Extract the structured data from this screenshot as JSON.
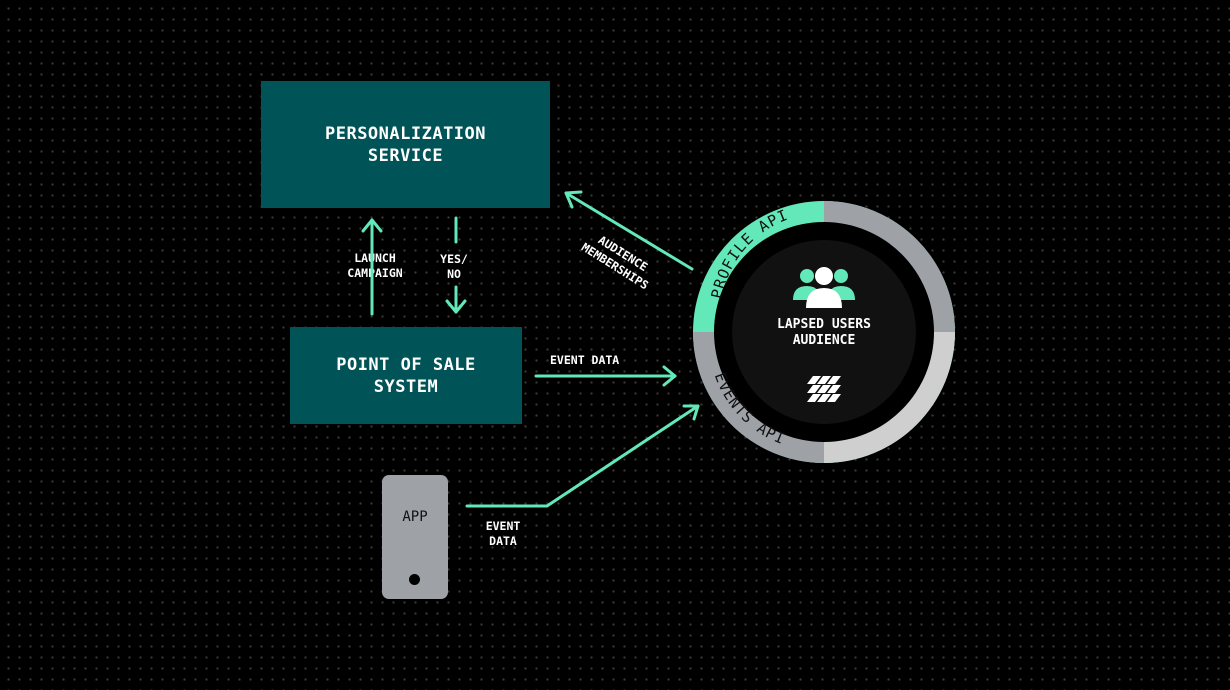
{
  "nodes": {
    "personalization": "PERSONALIZATION\nSERVICE",
    "pos": "POINT OF SALE\nSYSTEM",
    "app": "APP",
    "audience": "LAPSED USERS\nAUDIENCE"
  },
  "edges": {
    "launch_campaign": "LAUNCH\nCAMPAIGN",
    "yes_no": "YES/\nNO",
    "audience_memberships": "AUDIENCE\nMEMBERSHIPS",
    "pos_event_data": "EVENT DATA",
    "app_event_data": "EVENT\nDATA"
  },
  "ring": {
    "profile_api": "PROFILE API",
    "events_api": "EVENTS API"
  },
  "colors": {
    "background": "#000000",
    "box": "#005356",
    "accent": "#62e8b9",
    "ring_gray": "#9ea2a7",
    "ring_light": "#cfcfcf",
    "core": "#111111"
  },
  "icons": {
    "people": "users-group-icon",
    "logo": "brand-logo-icon",
    "app_dot": "home-button-icon"
  }
}
